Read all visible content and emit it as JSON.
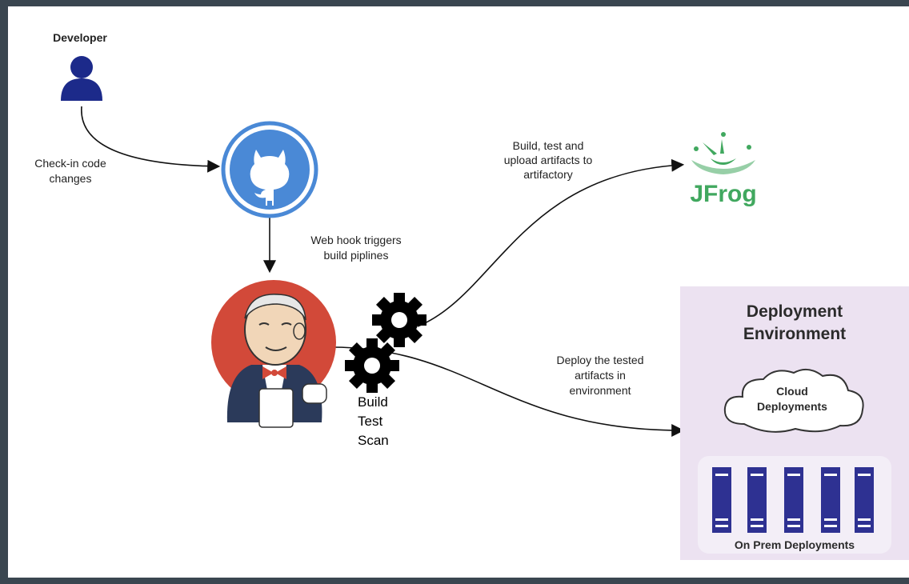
{
  "developer": {
    "label": "Developer"
  },
  "edges": {
    "checkin": [
      "Check-in code",
      "changes"
    ],
    "webhook": [
      "Web hook triggers",
      "build piplines"
    ],
    "build_upload": [
      "Build, test and",
      "upload artifacts to",
      "artifactory"
    ],
    "deploy": [
      "Deploy the tested",
      "artifacts in",
      "environment"
    ]
  },
  "pipeline_steps": [
    "Build",
    "Test",
    "Scan"
  ],
  "jfrog": {
    "logo_text": "JFrog"
  },
  "environment": {
    "title": [
      "Deployment",
      "Environment"
    ],
    "cloud": [
      "Cloud",
      "Deployments"
    ],
    "on_prem": "On Prem Deployments"
  },
  "colors": {
    "developer": "#1c2a8a",
    "github": "#4a89d6",
    "jfrog": "#41a85f",
    "jenkins_red": "#d24939",
    "panel": "#ece2f1",
    "server": "#2e3192"
  }
}
